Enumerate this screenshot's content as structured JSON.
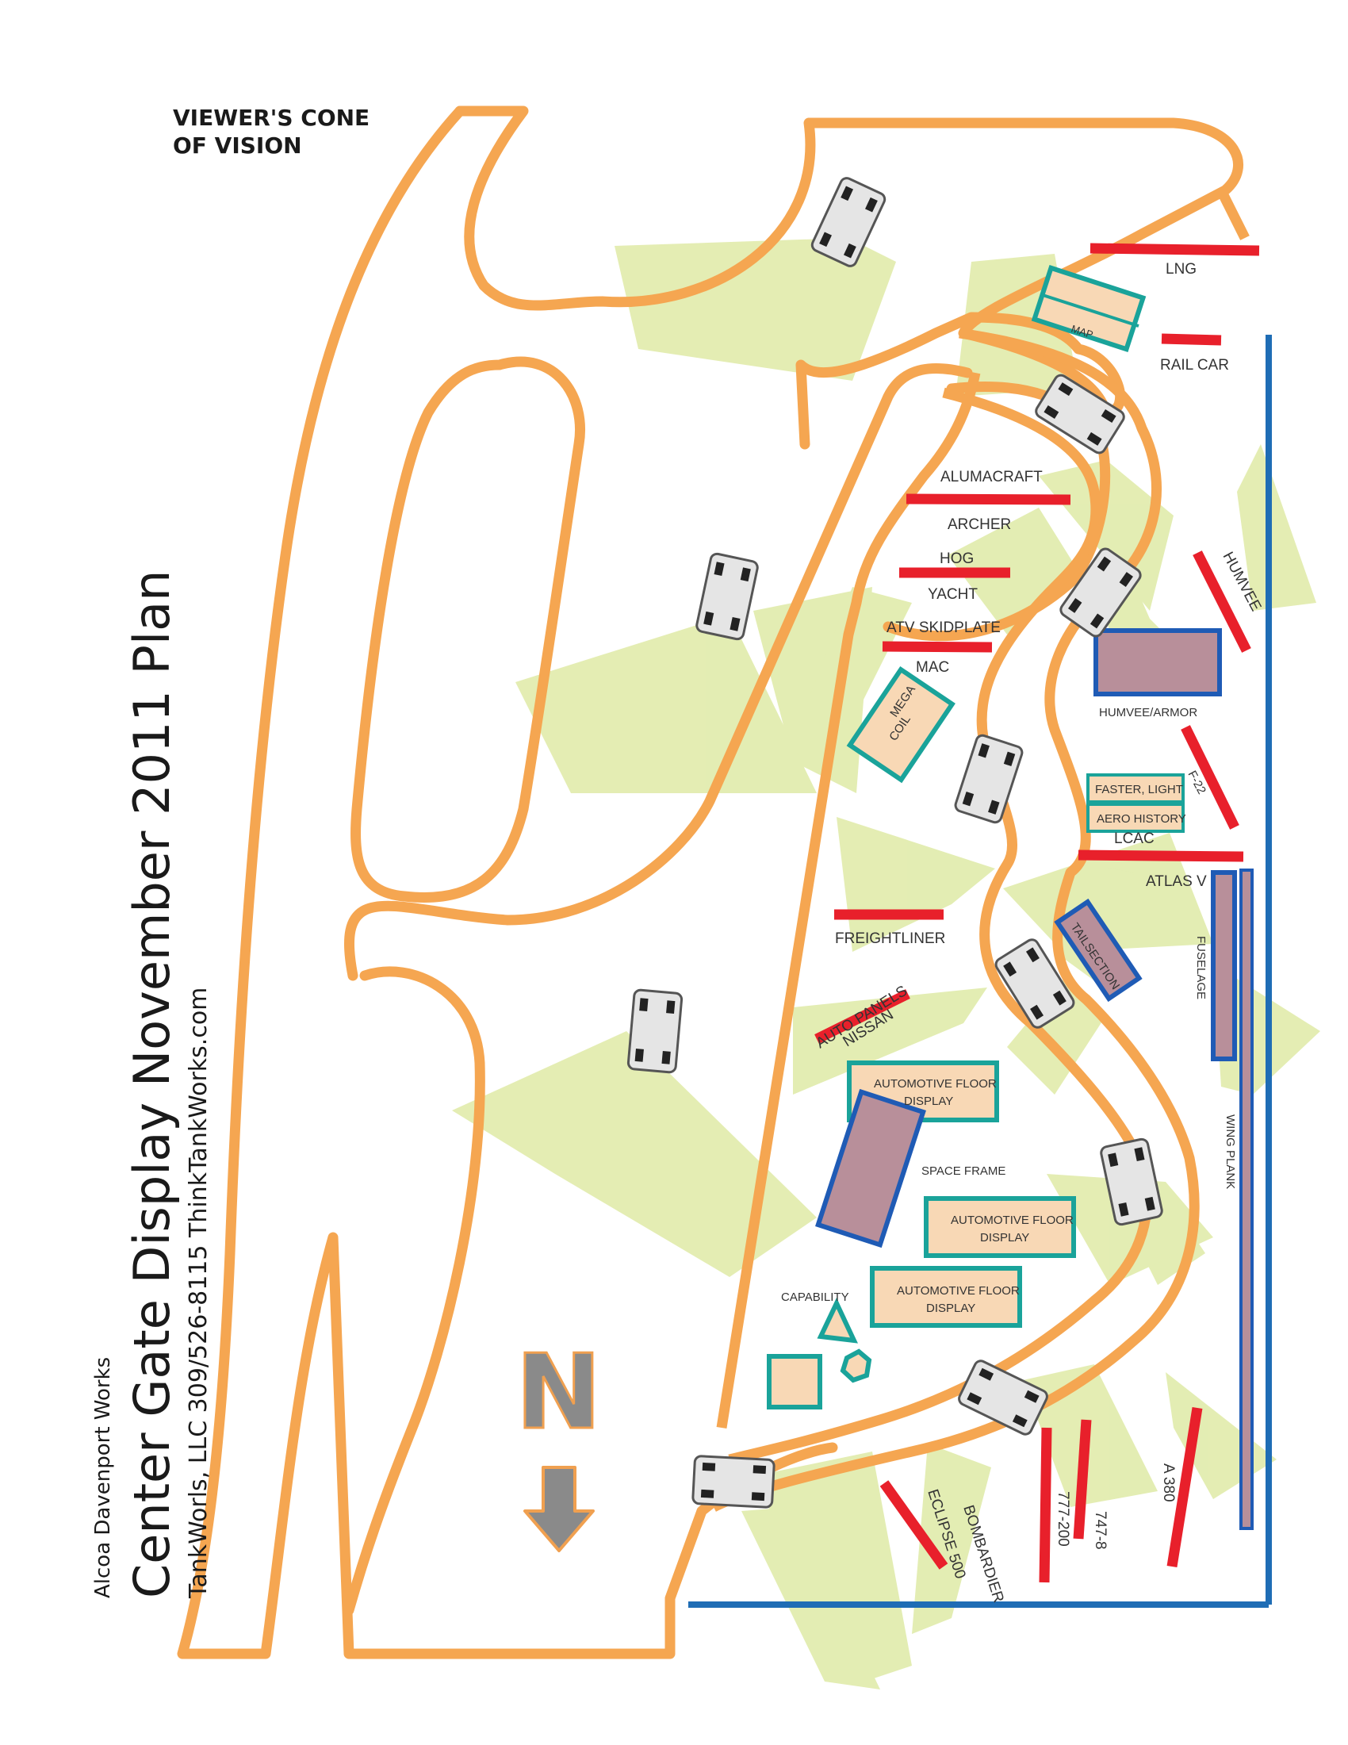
{
  "legend": {
    "line1": "VIEWER'S CONE",
    "line2": "OF VISION"
  },
  "title": {
    "org": "Alcoa Davenport Works",
    "main": "Center Gate Display  November 2011 Plan",
    "contact": "TankWorls, LLC  309/526-8115  ThinkTankWorks.com"
  },
  "north": {
    "letter": "N"
  },
  "exhibits": {
    "lng": "LNG",
    "rail_car": "RAIL CAR",
    "map": "MAP",
    "alumacraft": "ALUMACRAFT",
    "archer": "ARCHER",
    "hog": "HOG",
    "yacht": "YACHT",
    "atv_skidplate": "ATV SKIDPLATE",
    "mac": "MAC",
    "humvee": "HUMVEE",
    "humvee_armor": "HUMVEE/ARMOR",
    "mega_coil_1": "MEGA",
    "mega_coil_2": "COIL",
    "f22": "F-22",
    "faster_light": "FASTER, LIGHT",
    "aero_history": "AERO HISTORY",
    "lcac": "LCAC",
    "atlas_v": "ATLAS V",
    "freightliner": "FREIGHTLINER",
    "tailsection": "TAILSECTION",
    "fuselage": "FUSELAGE",
    "auto_panels": "AUTO PANELS",
    "nissan": "NISSAN",
    "auto_floor_1_l1": "AUTOMOTIVE FLOOR",
    "auto_floor_1_l2": "DISPLAY",
    "space_frame": "SPACE FRAME",
    "auto_floor_2_l1": "AUTOMOTIVE FLOOR",
    "auto_floor_2_l2": "DISPLAY",
    "auto_floor_3_l1": "AUTOMOTIVE FLOOR",
    "auto_floor_3_l2": "DISPLAY",
    "wing_plank": "WING PLANK",
    "capability": "CAPABILITY",
    "eclipse_500": "ECLIPSE 500",
    "bombardier": "BOMBARDIER",
    "b777_200": "777-200",
    "b747_8": "747-8",
    "a380": "A 380"
  },
  "colors": {
    "road": "#f5a651",
    "cone": "#dfeaa6",
    "display_bar": "#e8202b",
    "wall": "#1f6db5",
    "panel_fill": "#f8d8b5",
    "panel_border": "#1aa39a",
    "structure_fill": "#b88f9a",
    "structure_border": "#1f5bb5",
    "cart_fill": "#e5e5e5",
    "cart_border": "#555555"
  }
}
